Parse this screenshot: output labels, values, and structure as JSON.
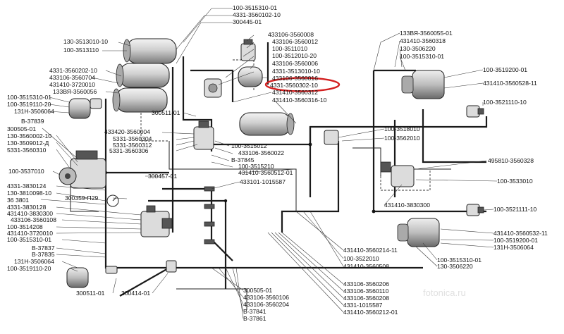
{
  "highlight_color": "#d31f1f",
  "line_color": "#1a1a1a",
  "watermark": "fotonica.ru",
  "highlighted_part": "4331-3560302-10",
  "labels": {
    "l01": "100-3515310-01",
    "l02": "4331-3560102-10",
    "l03": "300445-01",
    "l04": "130-3513010-10",
    "l05": "100-3513110",
    "l06": "433106-3560008",
    "l07": "433106-3560012",
    "l08": "100-3511010",
    "l09": "100-3512010-20",
    "l10": "433106-3560006",
    "l11": "4331-3513010-10",
    "l12": "433106-3560016",
    "l13": "4331-3560302-10",
    "l14": "431410-3560312",
    "l15": "431410-3560316-10",
    "l16": "4331-3560202-10",
    "l17": "433106-3560704",
    "l18": "431410-3720010",
    "l19": "133ВЯ-3560056",
    "l20": "100-3515310-01",
    "l21": "100-3519110-20",
    "l22": "131Н-3506064",
    "l23": "300511-01",
    "l24": "B-37839",
    "l25": "300505-01",
    "l26": "130-3560002-10",
    "l27": "130-3509012-Д",
    "l28": "5331-3560310",
    "l29": "433420-3560004",
    "l30": "5331-3560304",
    "l31": "5331-3560312",
    "l32": "5331-3560306",
    "l33": "100-3515012",
    "l34": "433106-3560022",
    "l35": "B-37845",
    "l36": "100-3515210",
    "l37": "100-3537010",
    "l38": "300457-01",
    "l39": "431410-3560512-01",
    "l40": "433101-1015587",
    "l41": "4331-3830124",
    "l42": "130-3810098-10",
    "l43": "36 3801",
    "l44": "300359-П29",
    "l45": "4331-3830128",
    "l46": "431410-3830300",
    "l47": "433106-3560108",
    "l48": "100-3514208",
    "l49": "431410-3720010",
    "l50": "100-3515310-01",
    "l51": "B-37837",
    "l52": "B-37835",
    "l53": "131Н-3506064",
    "l54": "100-3519110-20",
    "l55": "300511-01",
    "l56": "300414-01",
    "l57": "300505-01",
    "l58": "433106-3560106",
    "l59": "433106-3560204",
    "l60": "B-37841",
    "l61": "B-37861",
    "l62": "433106-3560206",
    "l63": "433106-3560110",
    "l64": "433106-3560208",
    "l65": "4331-1015587",
    "l66": "431410-3560212-01",
    "l67": "431410-3560214-11",
    "l68": "100-3522010",
    "l69": "431410-3560508",
    "l70": "133ВЯ-3560055-01",
    "l71": "431410-3560318",
    "l72": "130-3506220",
    "l73": "100-3515310-01",
    "l74": "100-3519200-01",
    "l75": "431410-3560528-11",
    "l76": "100-3521110-10",
    "l77": "100-3518010",
    "l78": "100-3562010",
    "l79": "495810-3560328",
    "l80": "100-3533010",
    "l81": "431410-3830300",
    "l82": "100-3521111-10",
    "l83": "431410-3560532-11",
    "l84": "100-3519200-01",
    "l85": "131Н-3506064",
    "l86": "100-3515310-01",
    "l87": "130-3506220"
  }
}
